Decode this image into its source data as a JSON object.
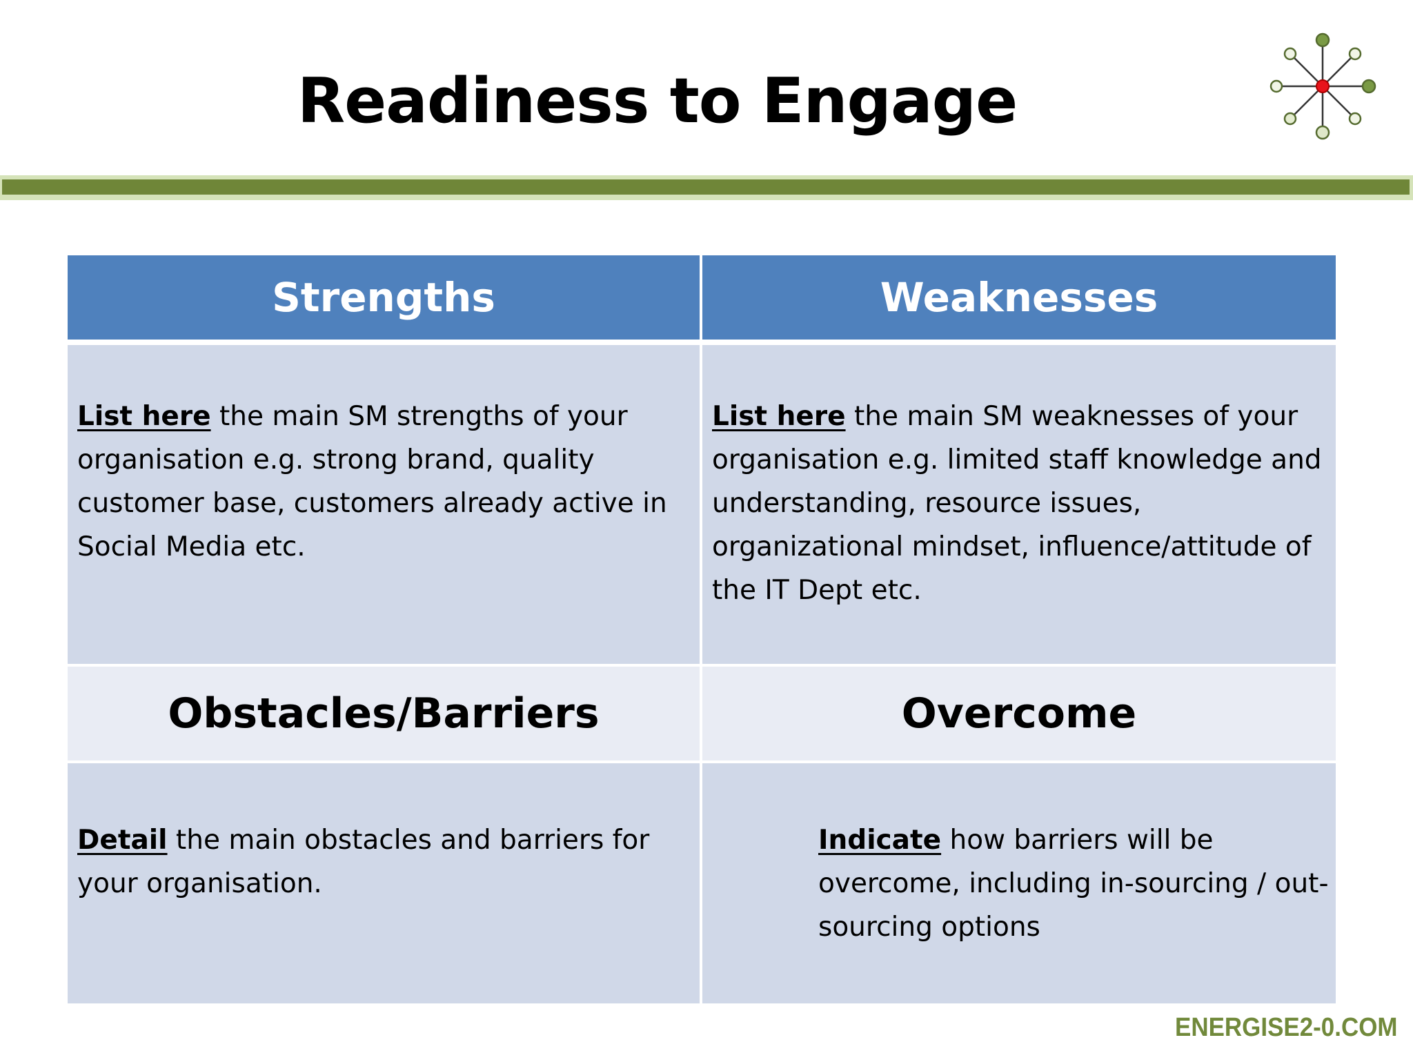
{
  "slide": {
    "title": "Readiness to Engage",
    "brand": "ENERGISE2-0.COM",
    "logo_icon": "network-hub-icon",
    "colors": {
      "accent_bar": "#6f8638",
      "header_blue": "#4f81bd",
      "cell_fill": "#d0d8e8",
      "subheader_fill": "#e9ecf4",
      "brand_green": "#71893b"
    }
  },
  "table": {
    "strengths": {
      "heading": "Strengths",
      "lead": "List here",
      "text": " the main SM strengths of your organisation e.g. strong brand, quality customer base, customers already active in Social Media etc."
    },
    "weaknesses": {
      "heading": "Weaknesses",
      "lead": "List here",
      "text": " the main SM weaknesses of your organisation e.g. limited staff knowledge and understanding, resource issues, organizational mindset, influence/attitude of the IT Dept etc."
    },
    "obstacles": {
      "heading": "Obstacles/Barriers",
      "lead": "Detail",
      "text": " the main obstacles and barriers for your organisation."
    },
    "overcome": {
      "heading": "Overcome",
      "lead": "Indicate",
      "text": " how barriers will be overcome, including in-sourcing / out-sourcing options"
    }
  }
}
